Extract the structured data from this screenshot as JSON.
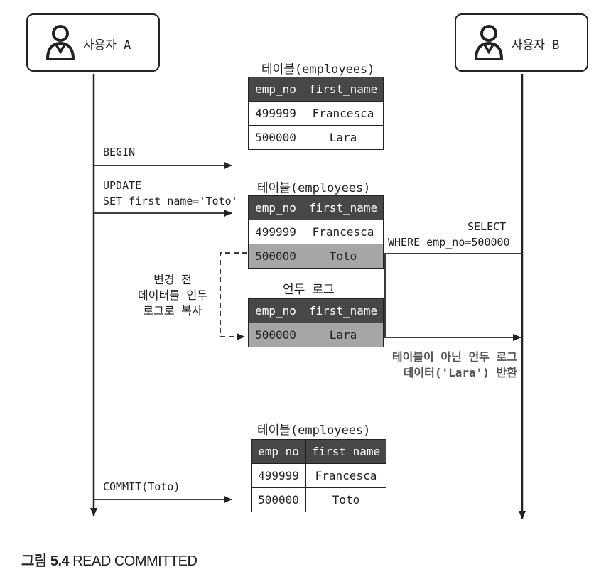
{
  "actors": {
    "a": {
      "label": "사용자 A"
    },
    "b": {
      "label": "사용자 B"
    }
  },
  "tables": {
    "initial": {
      "title": "테이블(employees)",
      "headers": [
        "emp_no",
        "first_name"
      ],
      "rows": [
        [
          "499999",
          "Francesca"
        ],
        [
          "500000",
          "Lara"
        ]
      ]
    },
    "updated": {
      "title": "테이블(employees)",
      "headers": [
        "emp_no",
        "first_name"
      ],
      "rows": [
        [
          "499999",
          "Francesca"
        ],
        [
          "500000",
          "Toto"
        ]
      ]
    },
    "undo": {
      "title": "언두 로그",
      "headers": [
        "emp_no",
        "first_name"
      ],
      "rows": [
        [
          "500000",
          "Lara"
        ]
      ]
    },
    "committed": {
      "title": "테이블(employees)",
      "headers": [
        "emp_no",
        "first_name"
      ],
      "rows": [
        [
          "499999",
          "Francesca"
        ],
        [
          "500000",
          "Toto"
        ]
      ]
    }
  },
  "messages": {
    "begin": "BEGIN",
    "update_line1": "UPDATE",
    "update_line2": "SET first_name='Toto'",
    "select_line1": "SELECT",
    "select_line2": "WHERE emp_no=500000",
    "commit": "COMMIT(Toto)"
  },
  "notes": {
    "copy_line1": "변경 전",
    "copy_line2": "데이터를 언두",
    "copy_line3": "로그로 복사",
    "return_line1": "테이블이 아닌 언두 로그",
    "return_line2": "데이터('Lara') 반환"
  },
  "caption": {
    "figure": "그림 5.4",
    "title": " READ COMMITTED"
  }
}
